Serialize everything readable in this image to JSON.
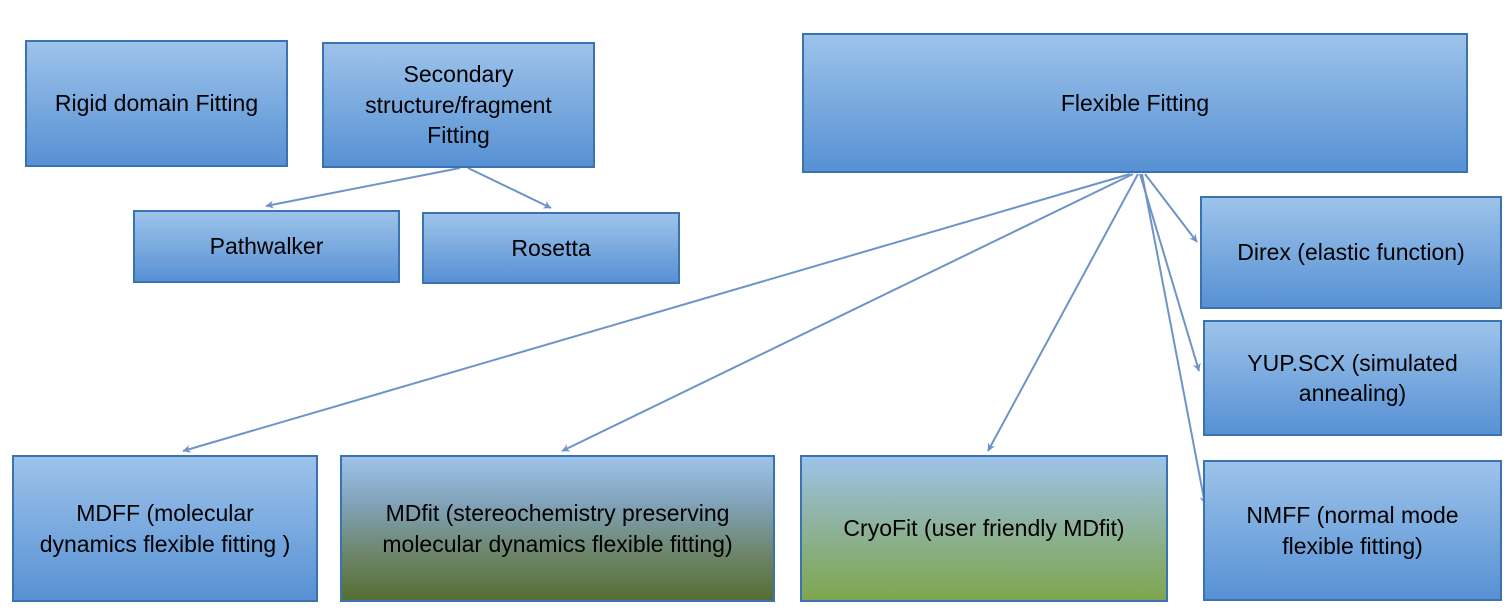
{
  "nodes": {
    "rigid": {
      "label": "Rigid domain Fitting"
    },
    "secondary": {
      "label": "Secondary structure/fragment Fitting"
    },
    "flexible": {
      "label": "Flexible Fitting"
    },
    "pathwalker": {
      "label": "Pathwalker"
    },
    "rosetta": {
      "label": "Rosetta"
    },
    "direx": {
      "label": "Direx (elastic function)"
    },
    "yup": {
      "label": "YUP.SCX (simulated annealing)"
    },
    "nmff": {
      "label": "NMFF (normal mode flexible fitting)"
    },
    "mdff": {
      "label": "MDFF (molecular dynamics flexible fitting )"
    },
    "mdfit": {
      "label": "MDfit (stereochemistry preserving molecular dynamics flexible fitting)"
    },
    "cryofit": {
      "label": "CryoFit (user friendly MDfit)"
    }
  },
  "colors": {
    "box_top": "#9DC3EA",
    "box_bottom": "#5791D4",
    "box_border": "#3B72B0",
    "connector": "#6E94C7",
    "green_bottom": "#7EA64E",
    "olive_bottom": "#566E33"
  }
}
